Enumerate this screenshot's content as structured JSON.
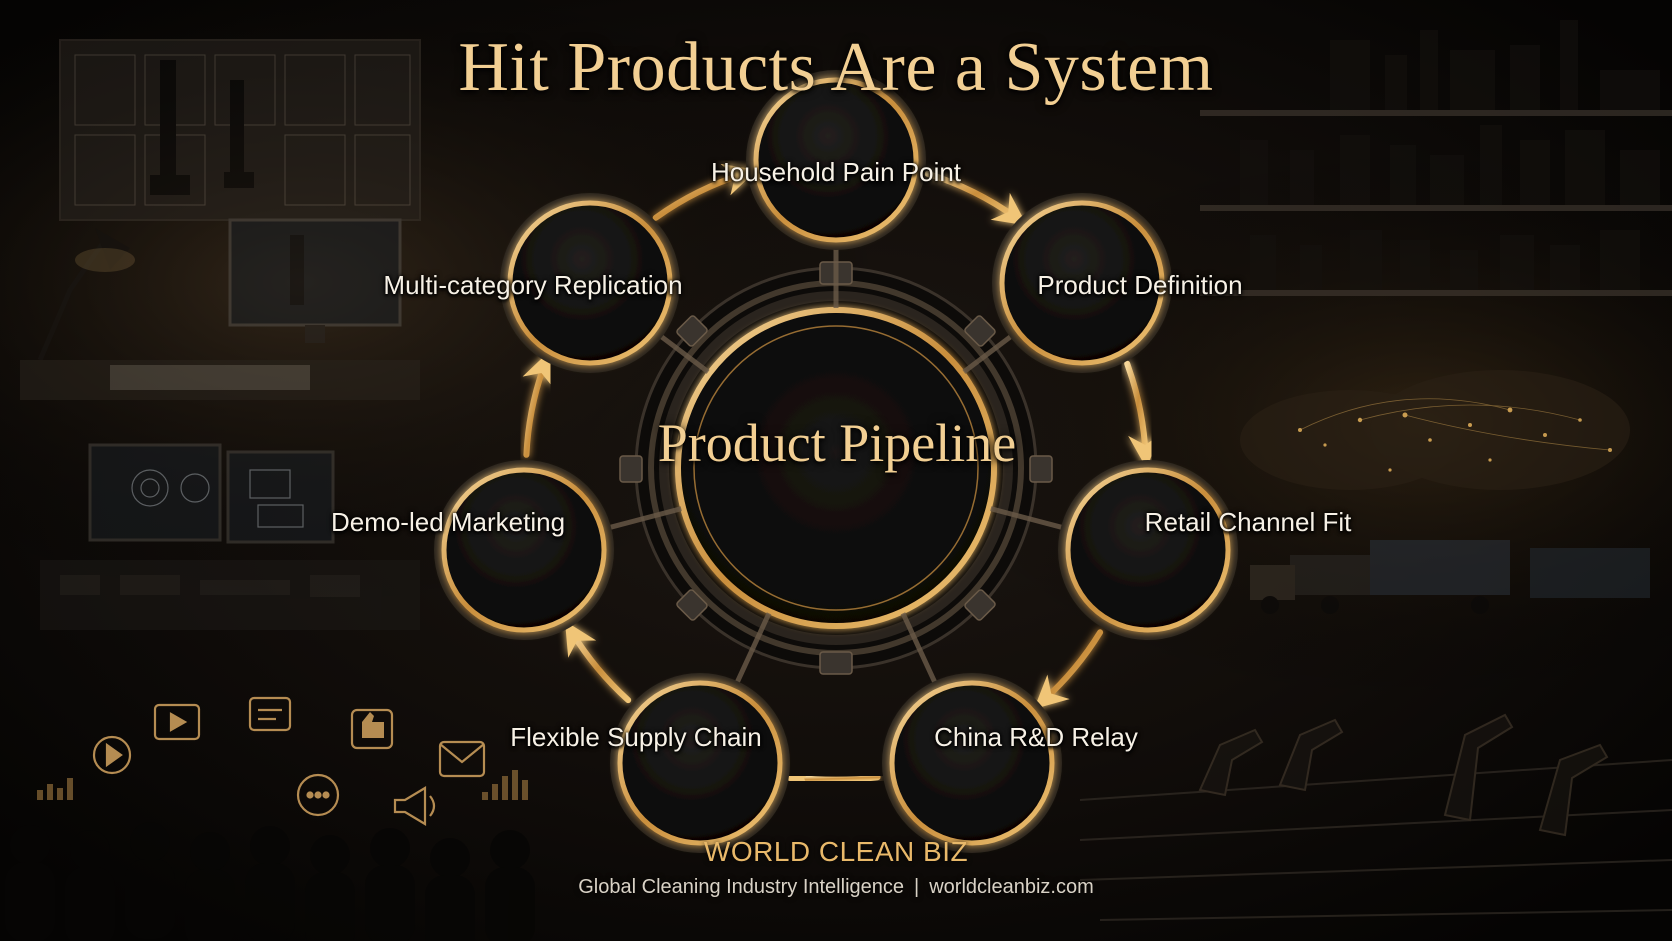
{
  "title": "Hit Products Are a System",
  "center": "Product Pipeline",
  "nodes": [
    {
      "label": "Household Pain Point"
    },
    {
      "label": "Product Definition"
    },
    {
      "label": "Retail Channel Fit"
    },
    {
      "label": "China R&D Relay"
    },
    {
      "label": "Flexible Supply Chain"
    },
    {
      "label": "Demo-led Marketing"
    },
    {
      "label": "Multi-category Replication"
    }
  ],
  "footer": {
    "brand": "WORLD CLEAN BIZ",
    "tagline": "Global Cleaning Industry Intelligence",
    "separator": "|",
    "url": "worldcleanbiz.com"
  },
  "colors": {
    "gold": "#e0a850",
    "gold_light": "#f2cf93",
    "background": "#0b0907",
    "node_fill": "#0d0c0b"
  },
  "icons": [
    "play-button-icon",
    "video-player-icon",
    "chat-message-icon",
    "thumbs-up-icon",
    "speech-bubble-icon",
    "megaphone-icon",
    "email-icon"
  ]
}
